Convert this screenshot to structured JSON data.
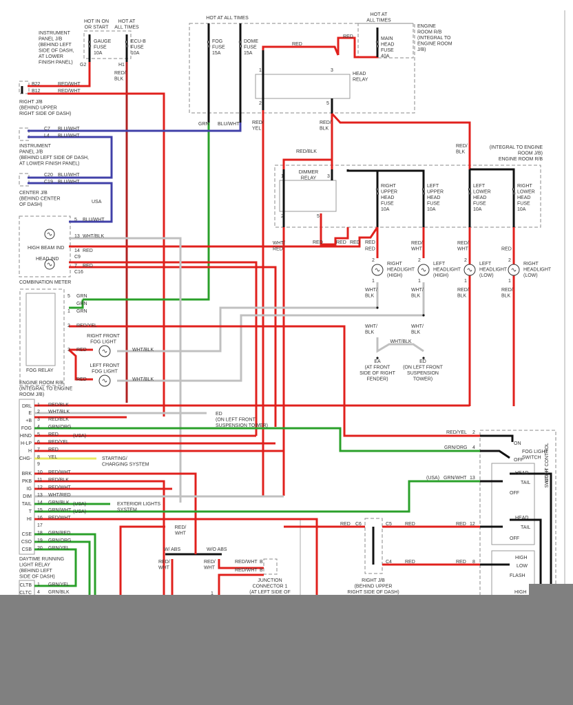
{
  "colors": {
    "red": "#e0201c",
    "dark_red": "#b02020",
    "black": "#111111",
    "blue": "#4040a8",
    "green": "#2aa02a",
    "gray": "#c0c0c0",
    "yellow": "#e8e860",
    "overlay": "#808080"
  },
  "top": {
    "instrument_jb": {
      "label": [
        "INSTRUMENT",
        "PANEL J/B",
        "(BEHIND LEFT",
        "SIDE OF DASH,",
        "AT LOWER",
        "FINISH PANEL)"
      ],
      "hot_on_start": [
        "HOT IN ON",
        "OR START"
      ],
      "hot_all_times": [
        "HOT AT",
        "ALL TIMES"
      ],
      "gauge_fuse": [
        "GAUGE",
        "FUSE",
        "10A"
      ],
      "ecub_fuse": [
        "ECU-B",
        "FUSE",
        "10A"
      ],
      "pin_g2": "G2",
      "pin_h1": "H1",
      "wire_h1": [
        "RED/",
        "BLK"
      ]
    },
    "right_jb": {
      "pins": [
        {
          "pin": "B22",
          "wire": "RED/WHT"
        },
        {
          "pin": "B12",
          "wire": "RED/WHT"
        }
      ],
      "label": [
        "RIGHT J/B",
        "(BEHIND UPPER",
        "RIGHT SIDE OF DASH)"
      ]
    },
    "fog_dome": {
      "hot": "HOT AT ALL TIMES",
      "fog_fuse": [
        "FOG",
        "FUSE",
        "15A"
      ],
      "dome_fuse": [
        "DOME",
        "FUSE",
        "15A"
      ],
      "wire_grn": "GRN",
      "wire_bluwht": "BLU/WHT"
    },
    "head_relay": {
      "label": [
        "HEAD",
        "RELAY"
      ],
      "pins": [
        "1",
        "2",
        "3",
        "5"
      ],
      "wire_red_top": "RED",
      "wire_red_fuse": "RED",
      "wire_2": [
        "RED/",
        "YEL"
      ],
      "wire_5": [
        "RED/",
        "BLK"
      ]
    },
    "main_fuse": {
      "hot": [
        "HOT AT",
        "ALL TIMES"
      ],
      "label": [
        "MAIN",
        "HEAD",
        "FUSE",
        "40A"
      ]
    },
    "engine_room_rb_top": [
      "ENGINE",
      "ROOM R/B",
      "(INTEGRAL TO",
      "ENGINE ROOM",
      "J/B)"
    ]
  },
  "left": {
    "instrument_jb2": {
      "pins": [
        {
          "pin": "C7",
          "wire": "BLU/WHT"
        },
        {
          "pin": "L4",
          "wire": "BLU/WHT"
        }
      ],
      "label": [
        "INSTRUMENT",
        "PANEL J/B",
        "(BEHIND LEFT SIDE OF DASH,",
        "AT LOWER FINISH PANEL)"
      ]
    },
    "center_jb": {
      "pins": [
        {
          "pin": "C20",
          "wire": "BLU/WHT"
        },
        {
          "pin": "C19",
          "wire": "BLU/WHT"
        }
      ],
      "label": [
        "CENTER J/B",
        "(BEHIND CENTER",
        "OF DASH)"
      ],
      "usa": "USA"
    },
    "combination_meter": {
      "label": "COMBINATION METER",
      "high_beam": "HIGH BEAM IND",
      "head_ind": "HEAD IND",
      "pins": [
        {
          "pin": "5",
          "wire": "BLU/WHT",
          "conn": ""
        },
        {
          "pin": "13",
          "wire": "WHT/BLK",
          "conn": ""
        },
        {
          "pin": "14",
          "wire": "RED",
          "conn": "C9"
        },
        {
          "pin": "7",
          "wire": "RED",
          "conn": "C16"
        }
      ]
    },
    "fog_relay": {
      "label": "FOG RELAY",
      "box_label": [
        "ENGINE ROOM R/B",
        "(INTEGRAL TO ENGINE",
        "ROOM J/B)"
      ],
      "pins": [
        {
          "pin": "5",
          "wire": "GRN"
        },
        {
          "pin": "",
          "wire": "GRN"
        },
        {
          "pin": "1",
          "wire": "GRN"
        },
        {
          "pin": "2",
          "wire": "RED/YEL"
        },
        {
          "pin": "3",
          "wire": "RED"
        }
      ],
      "right_fog": [
        "RIGHT FRONT",
        "FOG LIGHT"
      ],
      "left_fog": [
        "LEFT FRONT",
        "FOG LIGHT"
      ],
      "fog_wire_in": "RED",
      "fog_wire_out": "WHT/BLK",
      "pin2": "2",
      "pin1": "1"
    }
  },
  "dimmer": {
    "label": [
      "DIMMER",
      "RELAY"
    ],
    "pins": [
      "1",
      "2",
      "3",
      "5"
    ],
    "wire_top": "RED/BLK",
    "wire_2": [
      "WHT/",
      "RED"
    ],
    "reds": [
      "RED",
      "RED",
      "RED",
      "RED"
    ],
    "rb_label": [
      "(INTEGRAL TO ENGINE",
      "ROOM J/B)",
      "ENGINE ROOM R/B"
    ],
    "feed": [
      "RED/",
      "BLK"
    ]
  },
  "fuses": [
    {
      "label": [
        "RIGHT",
        "UPPER",
        "HEAD",
        "FUSE",
        "10A"
      ]
    },
    {
      "label": [
        "LEFT",
        "UPPER",
        "HEAD",
        "FUSE",
        "10A"
      ]
    },
    {
      "label": [
        "LEFT",
        "LOWER",
        "HEAD",
        "FUSE",
        "10A"
      ]
    },
    {
      "label": [
        "RIGHT",
        "LOWER",
        "HEAD",
        "FUSE",
        "10A"
      ]
    }
  ],
  "headlights": [
    {
      "label": [
        "RIGHT",
        "HEADLIGHT",
        "(HIGH)"
      ],
      "in": [
        "",
        "RED"
      ],
      "out": [
        "WHT/",
        "BLK"
      ]
    },
    {
      "label": [
        "LEFT",
        "HEADLIGHT",
        "(HIGH)"
      ],
      "in": [
        "RED/",
        "WHT"
      ],
      "out": [
        "WHT/",
        "BLK"
      ]
    },
    {
      "label": [
        "LEFT",
        "HEADLIGHT",
        "(LOW)"
      ],
      "in": [
        "RED/",
        "WHT"
      ],
      "out": [
        "RED/",
        "BLK"
      ]
    },
    {
      "label": [
        "RIGHT",
        "HEADLIGHT",
        "(LOW)"
      ],
      "in": [
        "",
        "RED"
      ],
      "out": [
        "RED/",
        "BLK"
      ]
    }
  ],
  "grounds": {
    "ea": [
      "EA",
      "(AT FRONT",
      "SIDE OF RIGHT",
      "FENDER)"
    ],
    "ed": [
      "ED",
      "(ON LEFT FRONT",
      "SUSPENSION",
      "TOWER)"
    ],
    "link": "WHT/BLK",
    "wires": [
      "WHT/",
      "BLK"
    ],
    "ed2": [
      "ED",
      "(ON LEFT FRONT",
      "SUSPENSION TOWER)"
    ]
  },
  "drl": {
    "label": [
      "DAYTIME RUNNING",
      "LIGHT RELAY",
      "(BEHIND LEFT",
      "SIDE OF DASH)"
    ],
    "pins": [
      {
        "name": "DRL",
        "pin": "1",
        "wire": "RED/BLK",
        "note": ""
      },
      {
        "name": "E",
        "pin": "2",
        "wire": "WHT/BLK",
        "note": ""
      },
      {
        "name": "+B",
        "pin": "3",
        "wire": "RED/BLK",
        "note": ""
      },
      {
        "name": "FOG",
        "pin": "4",
        "wire": "GRN/ORG",
        "note": ""
      },
      {
        "name": "HIND",
        "pin": "5",
        "wire": "RED",
        "note": "(USA)"
      },
      {
        "name": "H-LP",
        "pin": "6",
        "wire": "RED/YEL",
        "note": ""
      },
      {
        "name": "H",
        "pin": "7",
        "wire": "RED",
        "note": ""
      },
      {
        "name": "CHG-",
        "pin": "8",
        "wire": "YEL",
        "note": ""
      },
      {
        "name": "",
        "pin": "9",
        "wire": "",
        "note": ""
      },
      {
        "name": "BRK",
        "pin": "10",
        "wire": "RED/WHT",
        "note": ""
      },
      {
        "name": "PKB",
        "pin": "11",
        "wire": "RED/BLK",
        "note": ""
      },
      {
        "name": "IG",
        "pin": "12",
        "wire": "RED/WHT",
        "note": ""
      },
      {
        "name": "DIM",
        "pin": "13",
        "wire": "WHT/RED",
        "note": ""
      },
      {
        "name": "TAIL",
        "pin": "14",
        "wire": "GRN/BLK",
        "note": "(USA)"
      },
      {
        "name": "T",
        "pin": "15",
        "wire": "GRN/WHT",
        "note": "(USA)"
      },
      {
        "name": "HI",
        "pin": "16",
        "wire": "RED/WHT",
        "note": ""
      },
      {
        "name": "",
        "pin": "17",
        "wire": "",
        "note": ""
      },
      {
        "name": "CSE",
        "pin": "18",
        "wire": "GRN/RED",
        "note": ""
      },
      {
        "name": "CSO",
        "pin": "19",
        "wire": "GRN/ORG",
        "note": ""
      },
      {
        "name": "CSB",
        "pin": "20",
        "wire": "GRN/YEL",
        "note": ""
      }
    ],
    "charging": [
      "STARTING/",
      "CHARGING SYSTEM"
    ],
    "exterior": [
      "EXTERIOR LIGHTS",
      "SYSTEM"
    ],
    "lower_pins": [
      {
        "name": "CLTB",
        "pin": "1",
        "wire": "GRN/YEL"
      },
      {
        "name": "CLTC",
        "pin": "4",
        "wire": "GRN/BLK"
      }
    ]
  },
  "abs": {
    "feed": [
      "RED/",
      "WHT"
    ],
    "w_abs": "W/ ABS",
    "wo_abs": "W/O ABS",
    "w_wire": [
      "RED/",
      "WHT"
    ],
    "wo_wire": [
      "RED/",
      "WHT"
    ],
    "jc_wires": [
      {
        "wire": "RED/WHT",
        "pin": "B"
      },
      {
        "wire": "RED/WHT",
        "pin": "B"
      }
    ],
    "jc_label": [
      "JUNCTION",
      "CONNECTOR 1",
      "(AT LEFT SIDE OF"
    ],
    "pin1": "1"
  },
  "switch": {
    "fog_switch": [
      "FOG LIGHT",
      "SWITCH"
    ],
    "fog_pins": [
      {
        "wire": "RED/YEL",
        "pin": "2",
        "pos": "ON"
      },
      {
        "wire": "GRN/ORG",
        "pin": "4",
        "pos": "OFF"
      }
    ],
    "lcs_label": [
      "LIGHT CONTROL",
      "SWITCH"
    ],
    "tail_pin": {
      "note": "(USA)",
      "wire": "GRN/WHT",
      "pin": "13"
    },
    "pos1": [
      "HEAD",
      "TAIL",
      "OFF"
    ],
    "pos2": [
      "HEAD",
      "TAIL",
      "OFF"
    ],
    "pos3": [
      "HIGH",
      "LOW",
      "FLASH"
    ],
    "red12": {
      "wire": "RED",
      "pin": "12"
    },
    "red8": {
      "wire": "RED",
      "pin": "8"
    },
    "high2": "HIGH"
  },
  "right_jb2": {
    "c6": {
      "wire": "RED",
      "pin": "C6"
    },
    "c5": {
      "wire": "RED",
      "pin": "C5"
    },
    "c4": {
      "wire": "RED",
      "pin": "C4"
    },
    "label": [
      "RIGHT J/B",
      "(BEHIND UPPER",
      "RIGHT SIDE OF DASH)"
    ]
  }
}
